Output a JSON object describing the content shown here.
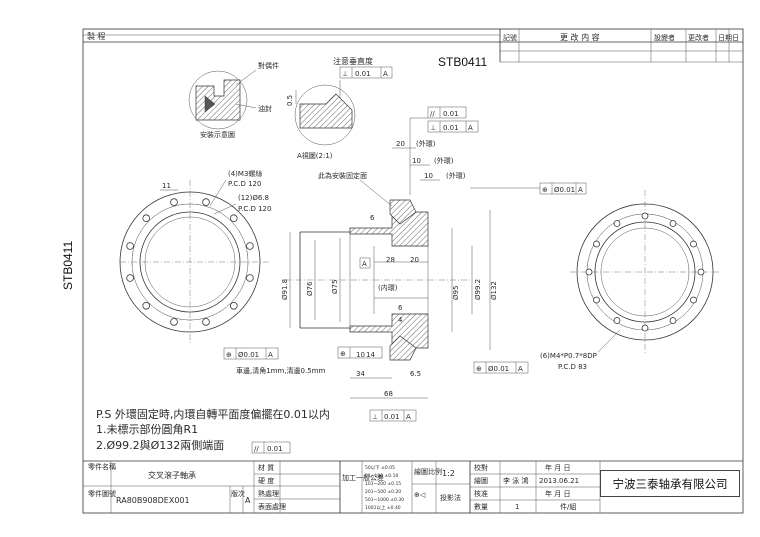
{
  "header": {
    "left_label": "製  程",
    "rev_columns": [
      "記號",
      "更 改 内 容",
      "設變者",
      "更改者",
      "日期",
      "日"
    ]
  },
  "drawing_code": "STB0411",
  "assembly": {
    "mount_label": "對偶件",
    "oil_seal_label": "油封",
    "install_label": "安裝示意圖"
  },
  "detail": {
    "note": "注意垂直度",
    "perp_value": "0.01",
    "perp_datum": "A",
    "dim_05": "0.5",
    "view_label": "A視圖(2:1)"
  },
  "tolerances": {
    "parallel_value": "0.01",
    "runout_value": "0.01",
    "runout_datum": "A",
    "position_value": "Ø0.01",
    "position_datum": "A"
  },
  "section": {
    "dim_20_outer": "20",
    "label_outer": "(外環)",
    "dim_10_outer": "10",
    "label_outer2": "(外環)",
    "note_install_face": "此為安裝固定面",
    "dim_28": "28",
    "dim_20": "20",
    "label_inner": "(内環)",
    "dim_6": "6",
    "dim_4": "4",
    "dia_91": "Ø91.8",
    "dia_76": "Ø76",
    "dia_75": "Ø75",
    "dia_95": "Ø95",
    "dia_99": "Ø99.2",
    "dia_132": "Ø132",
    "dim_10": "10",
    "dim_14": "14",
    "dim_34": "34",
    "dim_65": "6.5",
    "dim_68": "68",
    "datum_A": "A",
    "chamfer_note": "車邊,清角1mm,清邊0.5mm"
  },
  "front_view": {
    "dim_11": "11",
    "hole_m3": "(4)M3螺絲",
    "pcd_120a": "P.C.D 120",
    "hole_68": "(12)Ø6.8",
    "pcd_120b": "P.C.D 120"
  },
  "rear_view": {
    "hole_m4": "(6)M4*P0.7*8DP",
    "pcd_83": "P.C.D 83"
  },
  "notes": {
    "ps": "P.S   外環固定時,内環自轉平面度偏擺在0.01以内",
    "n1": "1.未標示部份圓角R1",
    "n2": "2.Ø99.2與Ø132兩側端面",
    "n2_value": "0.01"
  },
  "title_block": {
    "part_name_label": "零件名稱",
    "part_name": "交叉滾子軸承",
    "part_no_label": "零件圖號",
    "part_no": "RA80B908DEX001",
    "version_label": "版次",
    "version": "A",
    "material_label": "材  質",
    "hardness_label": "硬  度",
    "heat_label": "熱處理",
    "surface_label": "表面處理",
    "tolerance_label": "加工一般公差",
    "tol_rows": [
      "50以下 ±0.05",
      "51~100 ±0.10",
      "101~200 ±0.15",
      "201~500 ±0.20",
      "501~1000 ±0.30",
      "1001以上 ±0.40"
    ],
    "scale_label": "繪圖比例",
    "scale": "1:2",
    "proj_label": "投影法",
    "check_label": "校對",
    "drawn_label": "繪圖",
    "drawn_by": "李 泳 鴻",
    "drawn_date": "2013.06.21",
    "approve_label": "核准",
    "qty_label": "數量",
    "qty": "1",
    "unit": "件/組",
    "date_header": "年 月 日",
    "company": "宁波三泰轴承有限公司"
  }
}
